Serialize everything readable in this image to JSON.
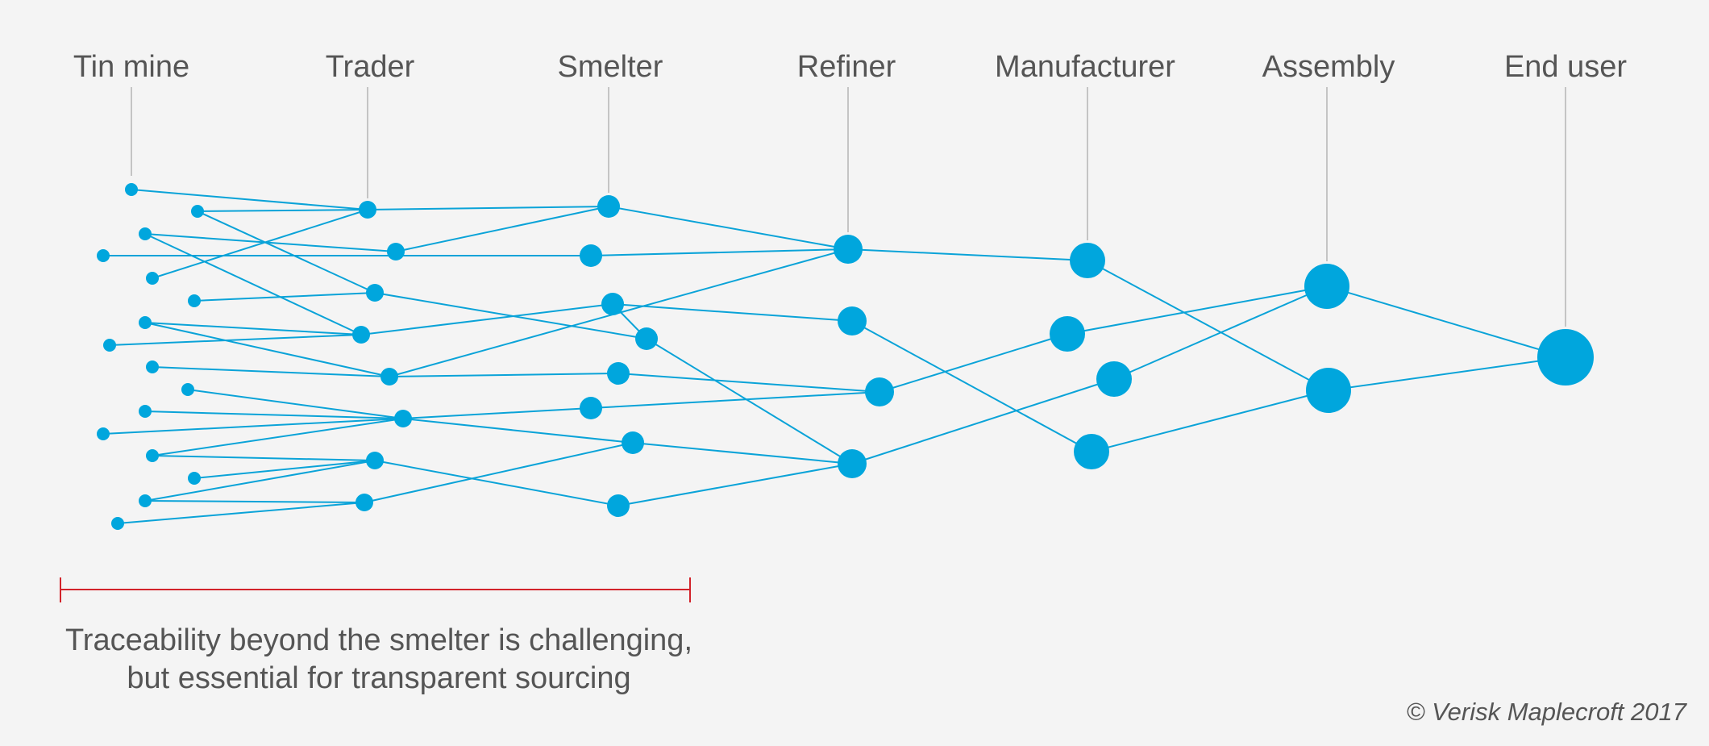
{
  "diagram": {
    "stages": [
      {
        "id": "mine",
        "label": "Tin mine"
      },
      {
        "id": "trader",
        "label": "Trader"
      },
      {
        "id": "smelter",
        "label": "Smelter"
      },
      {
        "id": "refiner",
        "label": "Refiner"
      },
      {
        "id": "manufacturer",
        "label": "Manufacturer"
      },
      {
        "id": "assembly",
        "label": "Assembly"
      },
      {
        "id": "end-user",
        "label": "End user"
      }
    ],
    "caption": {
      "line1": "Traceability beyond the smelter is challenging,",
      "line2": "but essential for transparent sourcing"
    },
    "credit": "© Verisk Maplecroft 2017"
  },
  "colors": {
    "network": "#00a6dd",
    "bracket": "#d2232a",
    "guide": "#c4c4c4",
    "text": "#555555",
    "background": "#f4f4f4"
  }
}
